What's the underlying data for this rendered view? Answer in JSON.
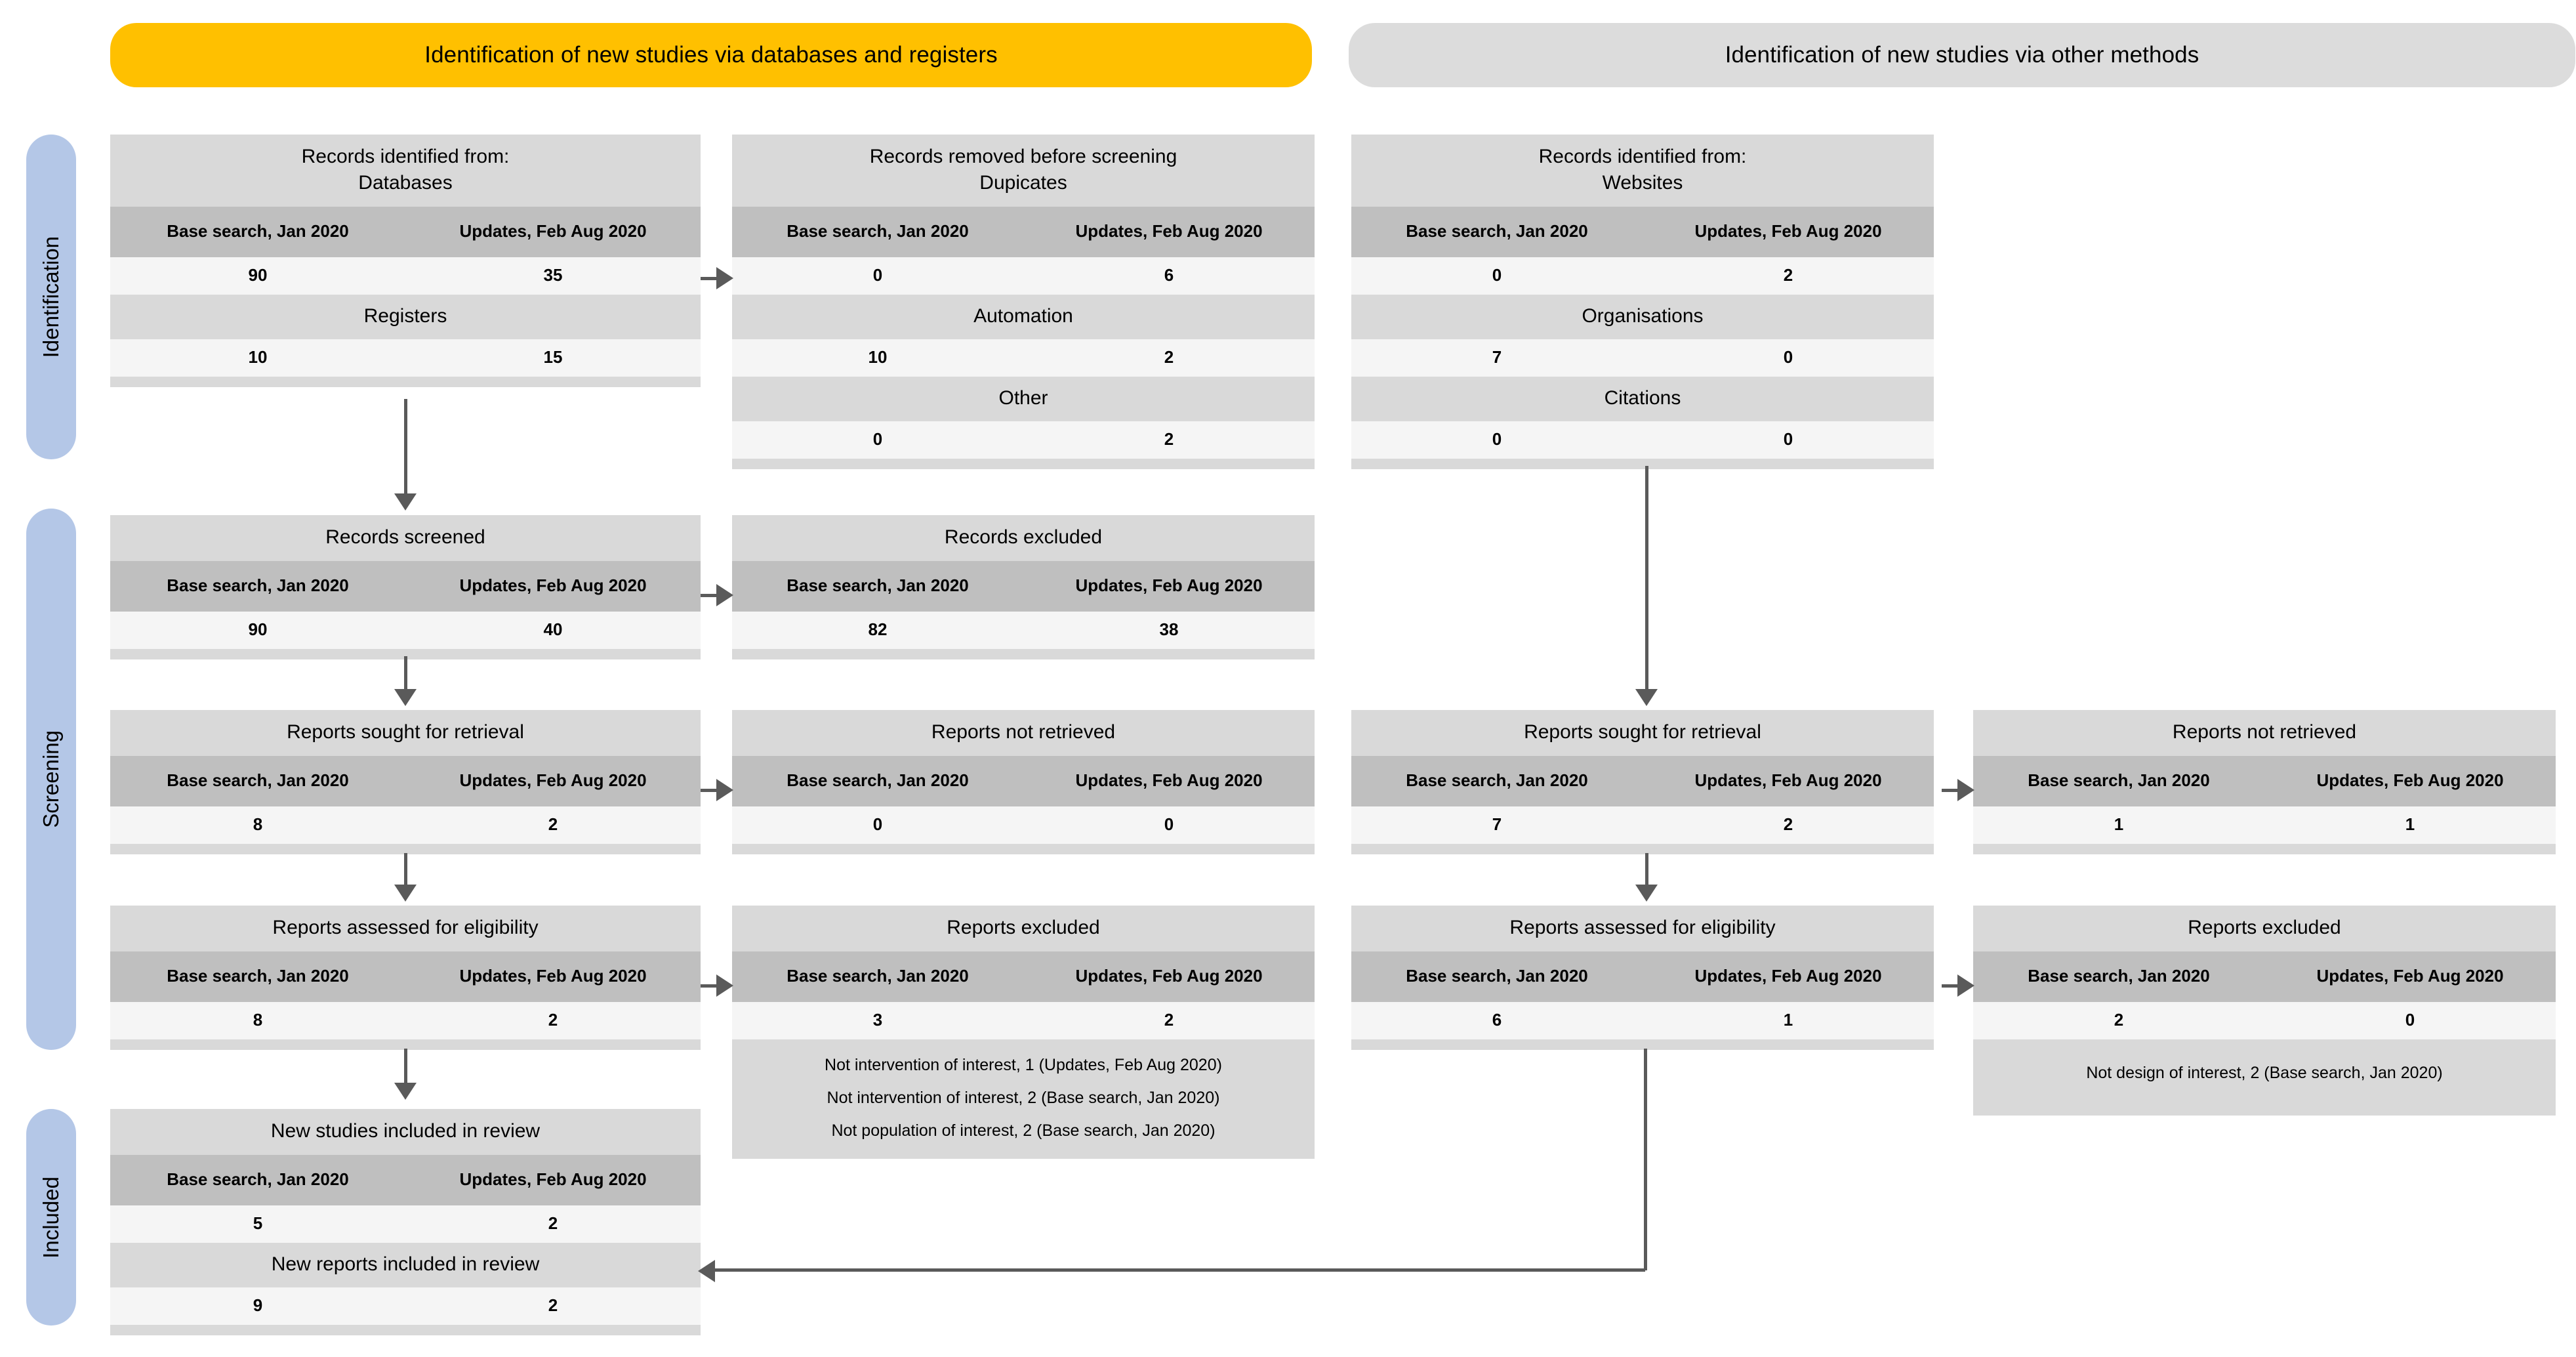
{
  "banners": {
    "databases": "Identification of new studies via databases and registers",
    "other": "Identification of new studies via other methods",
    "colors": {
      "databases": "#FFC000",
      "other": "#DCDCDC"
    }
  },
  "rails": {
    "identification": "Identification",
    "screening": "Screening",
    "included": "Included",
    "color": "#B4C7E7"
  },
  "columns": {
    "base": "Base search, Jan 2020",
    "updates": "Updates, Feb Aug 2020"
  },
  "boxes": {
    "records_identified_db": {
      "title_line1": "Records identified from:",
      "title_line2": "Databases",
      "values1": [
        "90",
        "35"
      ],
      "sub2": "Registers",
      "values2": [
        "10",
        "15"
      ]
    },
    "records_removed": {
      "title_line1": "Records removed before screening",
      "title_line2": "Dupicates",
      "values1": [
        "0",
        "6"
      ],
      "sub2": "Automation",
      "values2": [
        "10",
        "2"
      ],
      "sub3": "Other",
      "values3": [
        "0",
        "2"
      ]
    },
    "records_identified_other": {
      "title_line1": "Records identified from:",
      "title_line2": "Websites",
      "values1": [
        "0",
        "2"
      ],
      "sub2": "Organisations",
      "values2": [
        "7",
        "0"
      ],
      "sub3": "Citations",
      "values3": [
        "0",
        "0"
      ]
    },
    "records_screened": {
      "title": "Records screened",
      "values": [
        "90",
        "40"
      ]
    },
    "records_excluded": {
      "title": "Records excluded",
      "values": [
        "82",
        "38"
      ]
    },
    "reports_sought_db": {
      "title": "Reports sought for retrieval",
      "values": [
        "8",
        "2"
      ]
    },
    "reports_not_retrieved_db": {
      "title": "Reports not retrieved",
      "values": [
        "0",
        "0"
      ]
    },
    "reports_sought_other": {
      "title": "Reports sought for retrieval",
      "values": [
        "7",
        "2"
      ]
    },
    "reports_not_retrieved_other": {
      "title": "Reports not retrieved",
      "values": [
        "1",
        "1"
      ]
    },
    "reports_assessed_db": {
      "title": "Reports assessed for eligibility",
      "values": [
        "8",
        "2"
      ]
    },
    "reports_excluded_db": {
      "title": "Reports excluded",
      "values": [
        "3",
        "2"
      ],
      "notes": [
        "Not intervention of interest, 1 (Updates, Feb Aug 2020)",
        "Not intervention of interest, 2 (Base search, Jan 2020)",
        "Not population of interest, 2 (Base search, Jan 2020)"
      ]
    },
    "reports_assessed_other": {
      "title": "Reports assessed for eligibility",
      "values": [
        "6",
        "1"
      ]
    },
    "reports_excluded_other": {
      "title": "Reports excluded",
      "values": [
        "2",
        "0"
      ],
      "notes": [
        "Not design of interest, 2 (Base search, Jan 2020)"
      ]
    },
    "new_studies_included": {
      "title": "New studies included in review",
      "values1": [
        "5",
        "2"
      ],
      "sub2": "New reports included in review",
      "values2": [
        "9",
        "2"
      ]
    }
  }
}
